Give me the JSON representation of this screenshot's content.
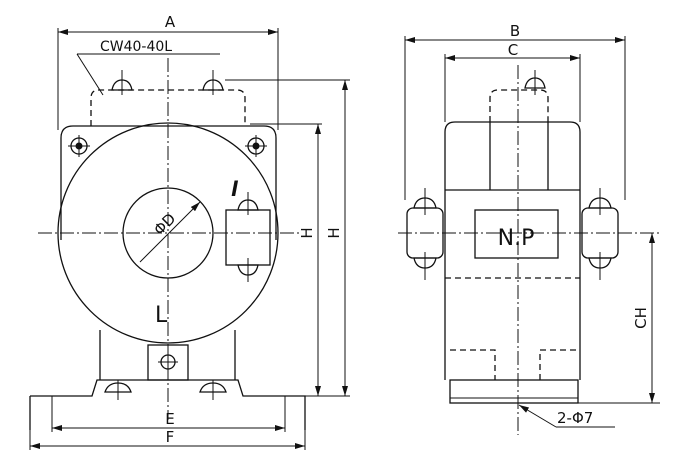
{
  "front_view": {
    "dim_width": "A",
    "model_label": "CW40-40L",
    "dim_hole": "ΦD",
    "secondary_terminal": "l",
    "primary_mark": "L",
    "dim_height_inner": "H",
    "dim_height_outer": "H",
    "dim_mount": "E",
    "dim_base": "F"
  },
  "side_view": {
    "dim_width_outer": "B",
    "dim_width_inner": "C",
    "nameplate": "N.P",
    "dim_center_height": "CH",
    "mount_holes": "2-Φ7"
  }
}
